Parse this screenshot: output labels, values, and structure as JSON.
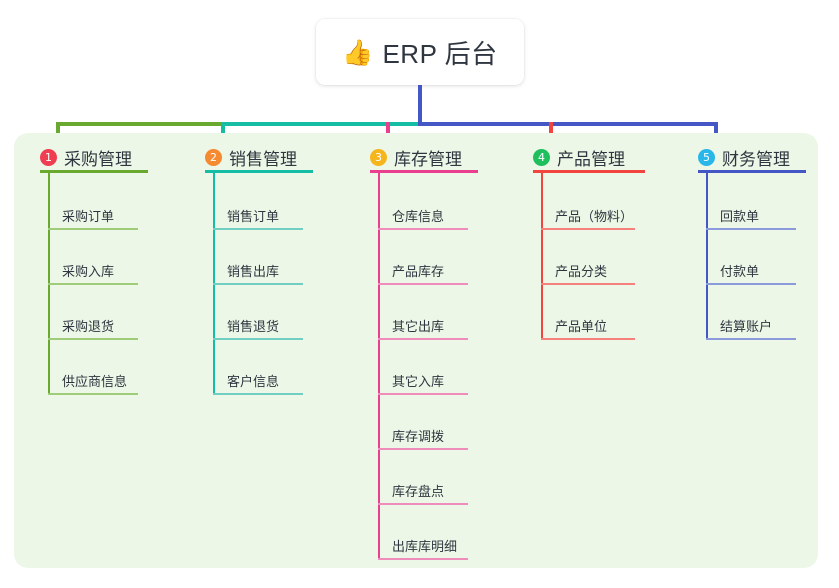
{
  "root": {
    "icon": "thumbs-up-icon",
    "emoji": "👍",
    "title": "ERP 后台"
  },
  "palette": {
    "panel_bg": "#edf7e7",
    "stem": "#4457c4",
    "text": "#2f3640"
  },
  "connector": {
    "segments": [
      {
        "name": "segment-green",
        "color": "#6aa92f"
      },
      {
        "name": "segment-teal",
        "color": "#14bda4"
      },
      {
        "name": "segment-blue-a",
        "color": "#4457c4"
      },
      {
        "name": "segment-blue-b",
        "color": "#4457c4"
      }
    ]
  },
  "columns": [
    {
      "number": "1",
      "title": "采购管理",
      "badge_color": "#ef3e52",
      "line_color": "#6aa92f",
      "item_line_color": "#9ecc78",
      "drop_color": "#6aa92f",
      "items": [
        {
          "label": "采购订单"
        },
        {
          "label": "采购入库"
        },
        {
          "label": "采购退货"
        },
        {
          "label": "供应商信息"
        }
      ]
    },
    {
      "number": "2",
      "title": "销售管理",
      "badge_color": "#f58a30",
      "line_color": "#14bda4",
      "item_line_color": "#70cfc2",
      "drop_color": "#14bda4",
      "items": [
        {
          "label": "销售订单"
        },
        {
          "label": "销售出库"
        },
        {
          "label": "销售退货"
        },
        {
          "label": "客户信息"
        }
      ]
    },
    {
      "number": "3",
      "title": "库存管理",
      "badge_color": "#f5b51d",
      "line_color": "#ea3f8f",
      "item_line_color": "#ef8cbc",
      "drop_color": "#ea3f8f",
      "items": [
        {
          "label": "仓库信息"
        },
        {
          "label": "产品库存"
        },
        {
          "label": "其它出库"
        },
        {
          "label": "其它入库"
        },
        {
          "label": "库存调拨"
        },
        {
          "label": "库存盘点"
        },
        {
          "label": "出库库明细"
        }
      ]
    },
    {
      "number": "4",
      "title": "产品管理",
      "badge_color": "#1fbf5e",
      "line_color": "#f2453d",
      "item_line_color": "#f6817c",
      "drop_color": "#f2453d",
      "items": [
        {
          "label": "产品（物料）"
        },
        {
          "label": "产品分类"
        },
        {
          "label": "产品单位"
        }
      ]
    },
    {
      "number": "5",
      "title": "财务管理",
      "badge_color": "#29b6e8",
      "line_color": "#4457c4",
      "item_line_color": "#8a9ada",
      "drop_color": "#4457c4",
      "items": [
        {
          "label": "回款单"
        },
        {
          "label": "付款单"
        },
        {
          "label": "结算账户"
        }
      ]
    }
  ]
}
